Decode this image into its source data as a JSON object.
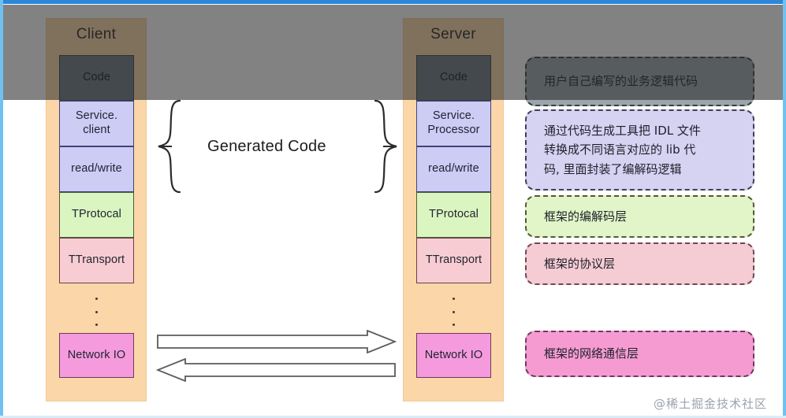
{
  "overlay": {
    "present": true,
    "color": "#282828",
    "opacity": 0.58
  },
  "frame": {
    "top_color": "#2d87d8",
    "side_color": "#6fc1f2"
  },
  "client_column": {
    "title": "Client",
    "bg_color": "#fbd6a8",
    "blocks": [
      {
        "label": "Code",
        "color": "#6b7780"
      },
      {
        "label": "Service.\nclient",
        "line1": "Service.",
        "line2": "client",
        "color": "#ccccf5"
      },
      {
        "label": "read/write",
        "color": "#ccccf5"
      },
      {
        "label": "TProtocal",
        "color": "#dbf5c0"
      },
      {
        "label": "TTransport",
        "color": "#f7ccd2"
      },
      {
        "label": "Network IO",
        "color": "#f59bdd"
      }
    ]
  },
  "server_column": {
    "title": "Server",
    "bg_color": "#fbd6a8",
    "blocks": [
      {
        "label": "Code",
        "color": "#6b7780"
      },
      {
        "label": "Service.\nProcessor",
        "line1": "Service.",
        "line2": "Processor",
        "color": "#ccccf5"
      },
      {
        "label": "read/write",
        "color": "#ccccf5"
      },
      {
        "label": "TProtocal",
        "color": "#dbf5c0"
      },
      {
        "label": "TTransport",
        "color": "#f7ccd2"
      },
      {
        "label": "Network IO",
        "color": "#f59bdd"
      }
    ]
  },
  "center": {
    "generated_code_label": "Generated Code",
    "arrow_right_name": "request-arrow",
    "arrow_left_name": "response-arrow"
  },
  "legend_boxes": [
    {
      "text": "用户自己编写的业务逻辑代码",
      "color": "#9aa6ac"
    },
    {
      "line1": "通过代码生成工具把 IDL 文件",
      "line2": "转换成不同语言对应的 lib 代",
      "line3": "码, 里面封装了编解码逻辑",
      "color": "#d6d2f2"
    },
    {
      "text": "框架的编解码层",
      "color": "#e2f5c8"
    },
    {
      "text": "框架的协议层",
      "color": "#f6ccd4"
    },
    {
      "text": "框架的网络通信层",
      "color": "#f59bd2"
    }
  ],
  "watermark": "@稀土掘金技术社区"
}
